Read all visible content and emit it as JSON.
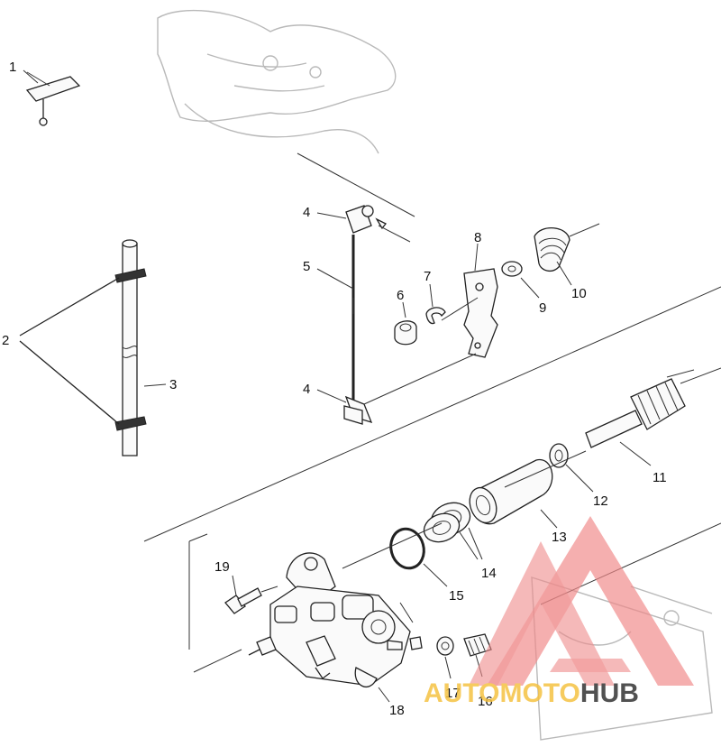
{
  "diagram": {
    "callouts": [
      "1",
      "2",
      "3",
      "4",
      "5",
      "4",
      "6",
      "7",
      "8",
      "9",
      "10",
      "11",
      "12",
      "13",
      "14",
      "15",
      "16",
      "17",
      "18",
      "19"
    ]
  },
  "watermark": {
    "brand_part1": "AUTO",
    "brand_part2": "MOTO",
    "brand_part3": "HUB",
    "colors": {
      "triangle": "#f08a8a",
      "auto_moto": "#f5c242",
      "hub": "#333333"
    }
  }
}
